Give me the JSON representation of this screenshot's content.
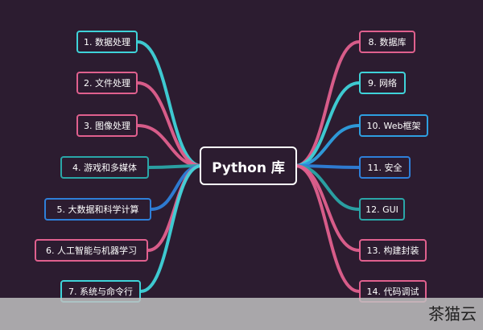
{
  "center": {
    "label": "Python 库"
  },
  "left_nodes": [
    {
      "label": "1. 数据处理",
      "color": "#3fd3d9"
    },
    {
      "label": "2. 文件处理",
      "color": "#e0608e"
    },
    {
      "label": "3. 图像处理",
      "color": "#e0608e"
    },
    {
      "label": "4. 游戏和多媒体",
      "color": "#2aa6a8"
    },
    {
      "label": "5. 大数据和科学计算",
      "color": "#2e7fd9"
    },
    {
      "label": "6. 人工智能与机器学习",
      "color": "#e0608e"
    },
    {
      "label": "7. 系统与命令行",
      "color": "#3fd3d9"
    }
  ],
  "right_nodes": [
    {
      "label": "8. 数据库",
      "color": "#e0608e"
    },
    {
      "label": "9. 网络",
      "color": "#3fd3d9"
    },
    {
      "label": "10. Web框架",
      "color": "#2e9fe0"
    },
    {
      "label": "11. 安全",
      "color": "#2e7fd9"
    },
    {
      "label": "12. GUI",
      "color": "#2aa6a8"
    },
    {
      "label": "13. 构建封装",
      "color": "#e0608e"
    },
    {
      "label": "14. 代码调试",
      "color": "#e0608e"
    }
  ],
  "watermark": "茶猫云"
}
